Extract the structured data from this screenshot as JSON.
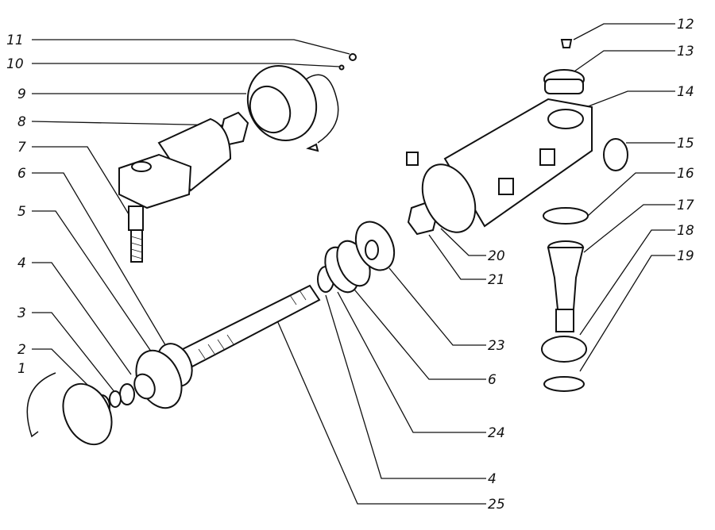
{
  "title": "Exploded parts diagram",
  "callouts": [
    {
      "id": "11",
      "label": "11"
    },
    {
      "id": "10",
      "label": "10"
    },
    {
      "id": "9",
      "label": "9"
    },
    {
      "id": "8",
      "label": "8"
    },
    {
      "id": "7",
      "label": "7"
    },
    {
      "id": "6a",
      "label": "6"
    },
    {
      "id": "5",
      "label": "5"
    },
    {
      "id": "4a",
      "label": "4"
    },
    {
      "id": "3",
      "label": "3"
    },
    {
      "id": "2",
      "label": "2"
    },
    {
      "id": "1",
      "label": "1"
    },
    {
      "id": "12",
      "label": "12"
    },
    {
      "id": "13",
      "label": "13"
    },
    {
      "id": "14",
      "label": "14"
    },
    {
      "id": "15",
      "label": "15"
    },
    {
      "id": "16",
      "label": "16"
    },
    {
      "id": "17",
      "label": "17"
    },
    {
      "id": "18",
      "label": "18"
    },
    {
      "id": "19",
      "label": "19"
    },
    {
      "id": "20",
      "label": "20"
    },
    {
      "id": "21",
      "label": "21"
    },
    {
      "id": "23",
      "label": "23"
    },
    {
      "id": "6b",
      "label": "6"
    },
    {
      "id": "24",
      "label": "24"
    },
    {
      "id": "4b",
      "label": "4"
    },
    {
      "id": "25",
      "label": "25"
    }
  ]
}
